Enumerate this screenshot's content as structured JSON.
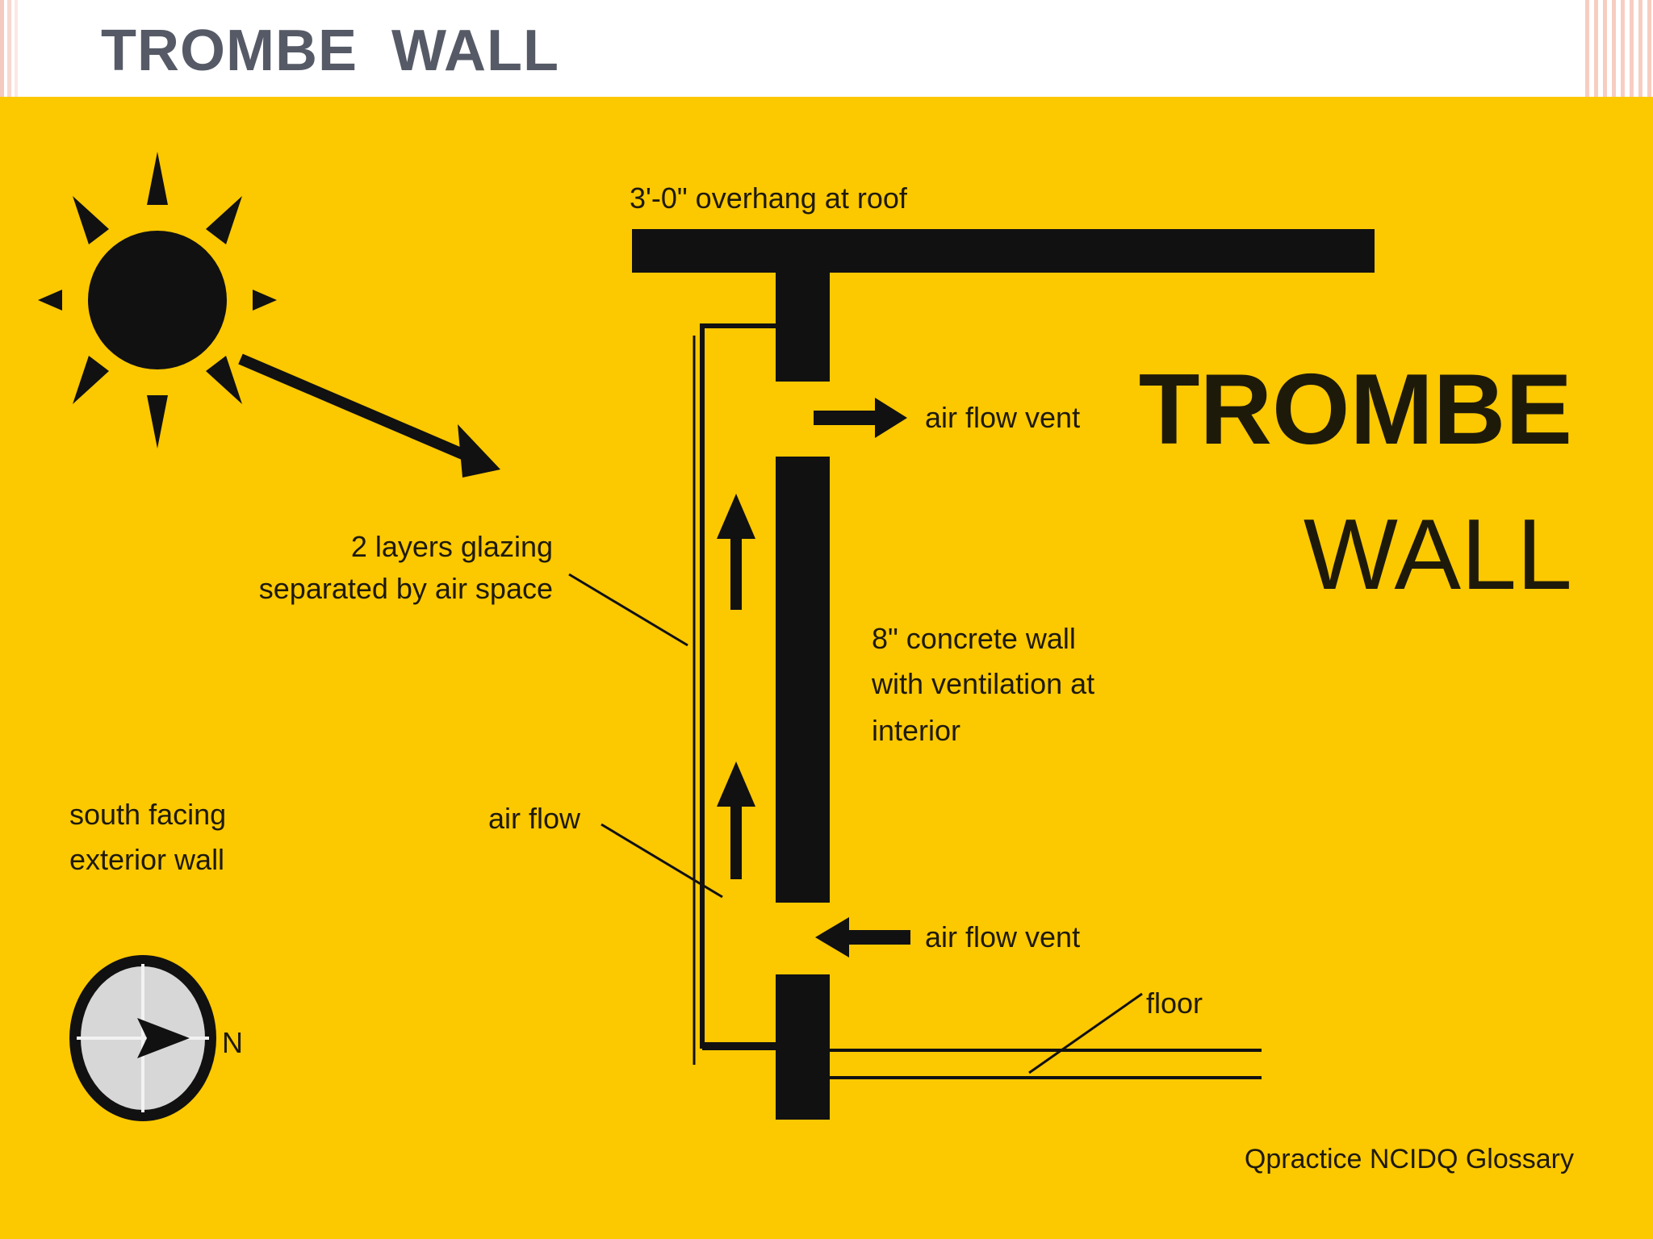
{
  "slide": {
    "title": "TROMBE  WALL"
  },
  "diagram": {
    "heading_line1": "TROMBE",
    "heading_line2": "WALL",
    "labels": {
      "overhang": "3'-0\" overhang at roof",
      "vent_top": "air flow vent",
      "vent_bottom": "air flow vent",
      "glazing_line1": "2 layers glazing",
      "glazing_line2": "separated by air space",
      "concrete_line1": "8\" concrete wall",
      "concrete_line2": "with ventilation at",
      "concrete_line3": "interior",
      "air_flow": "air flow",
      "south_line1": "south facing",
      "south_line2": "exterior wall",
      "floor": "floor",
      "compass_north": "N",
      "credit": "Qpractice NCIDQ Glossary"
    },
    "icons": [
      "sun-icon",
      "compass-icon",
      "arrow-icon"
    ],
    "colors": {
      "background": "#fcc800",
      "ink": "#111111",
      "title": "#555a66"
    }
  }
}
